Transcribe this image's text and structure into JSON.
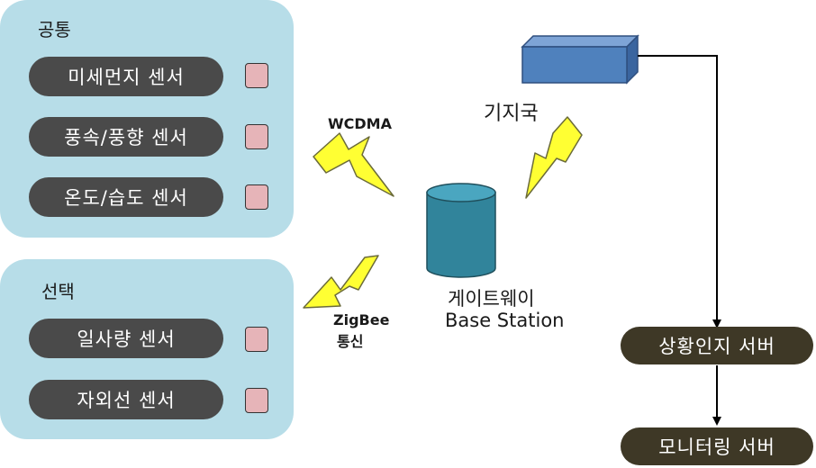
{
  "common_group": {
    "title": "공통",
    "sensors": [
      "미세먼지 센서",
      "풍속/풍향 센서",
      "온도/습도 센서"
    ]
  },
  "optional_group": {
    "title": "선택",
    "sensors": [
      "일사량 센서",
      "자외선 센서"
    ]
  },
  "links": {
    "wcdma": "WCDMA",
    "zigbee_line1": "ZigBee",
    "zigbee_line2": "통신"
  },
  "gateway": {
    "line1": "게이트웨이",
    "line2": "Base Station"
  },
  "base_station_label": "기지국",
  "servers": {
    "context_server": "상황인지 서버",
    "monitoring_server": "모니터링 서버"
  },
  "colors": {
    "group_fill": "#b7dde8",
    "sensor_fill": "#4a4a4a",
    "indicator_fill": "#e6b4b8",
    "lightning_fill": "#ffff33",
    "cylinder_fill": "#31849b",
    "base_station_fill": "#4f81bd",
    "server_fill": "#3e3826"
  }
}
